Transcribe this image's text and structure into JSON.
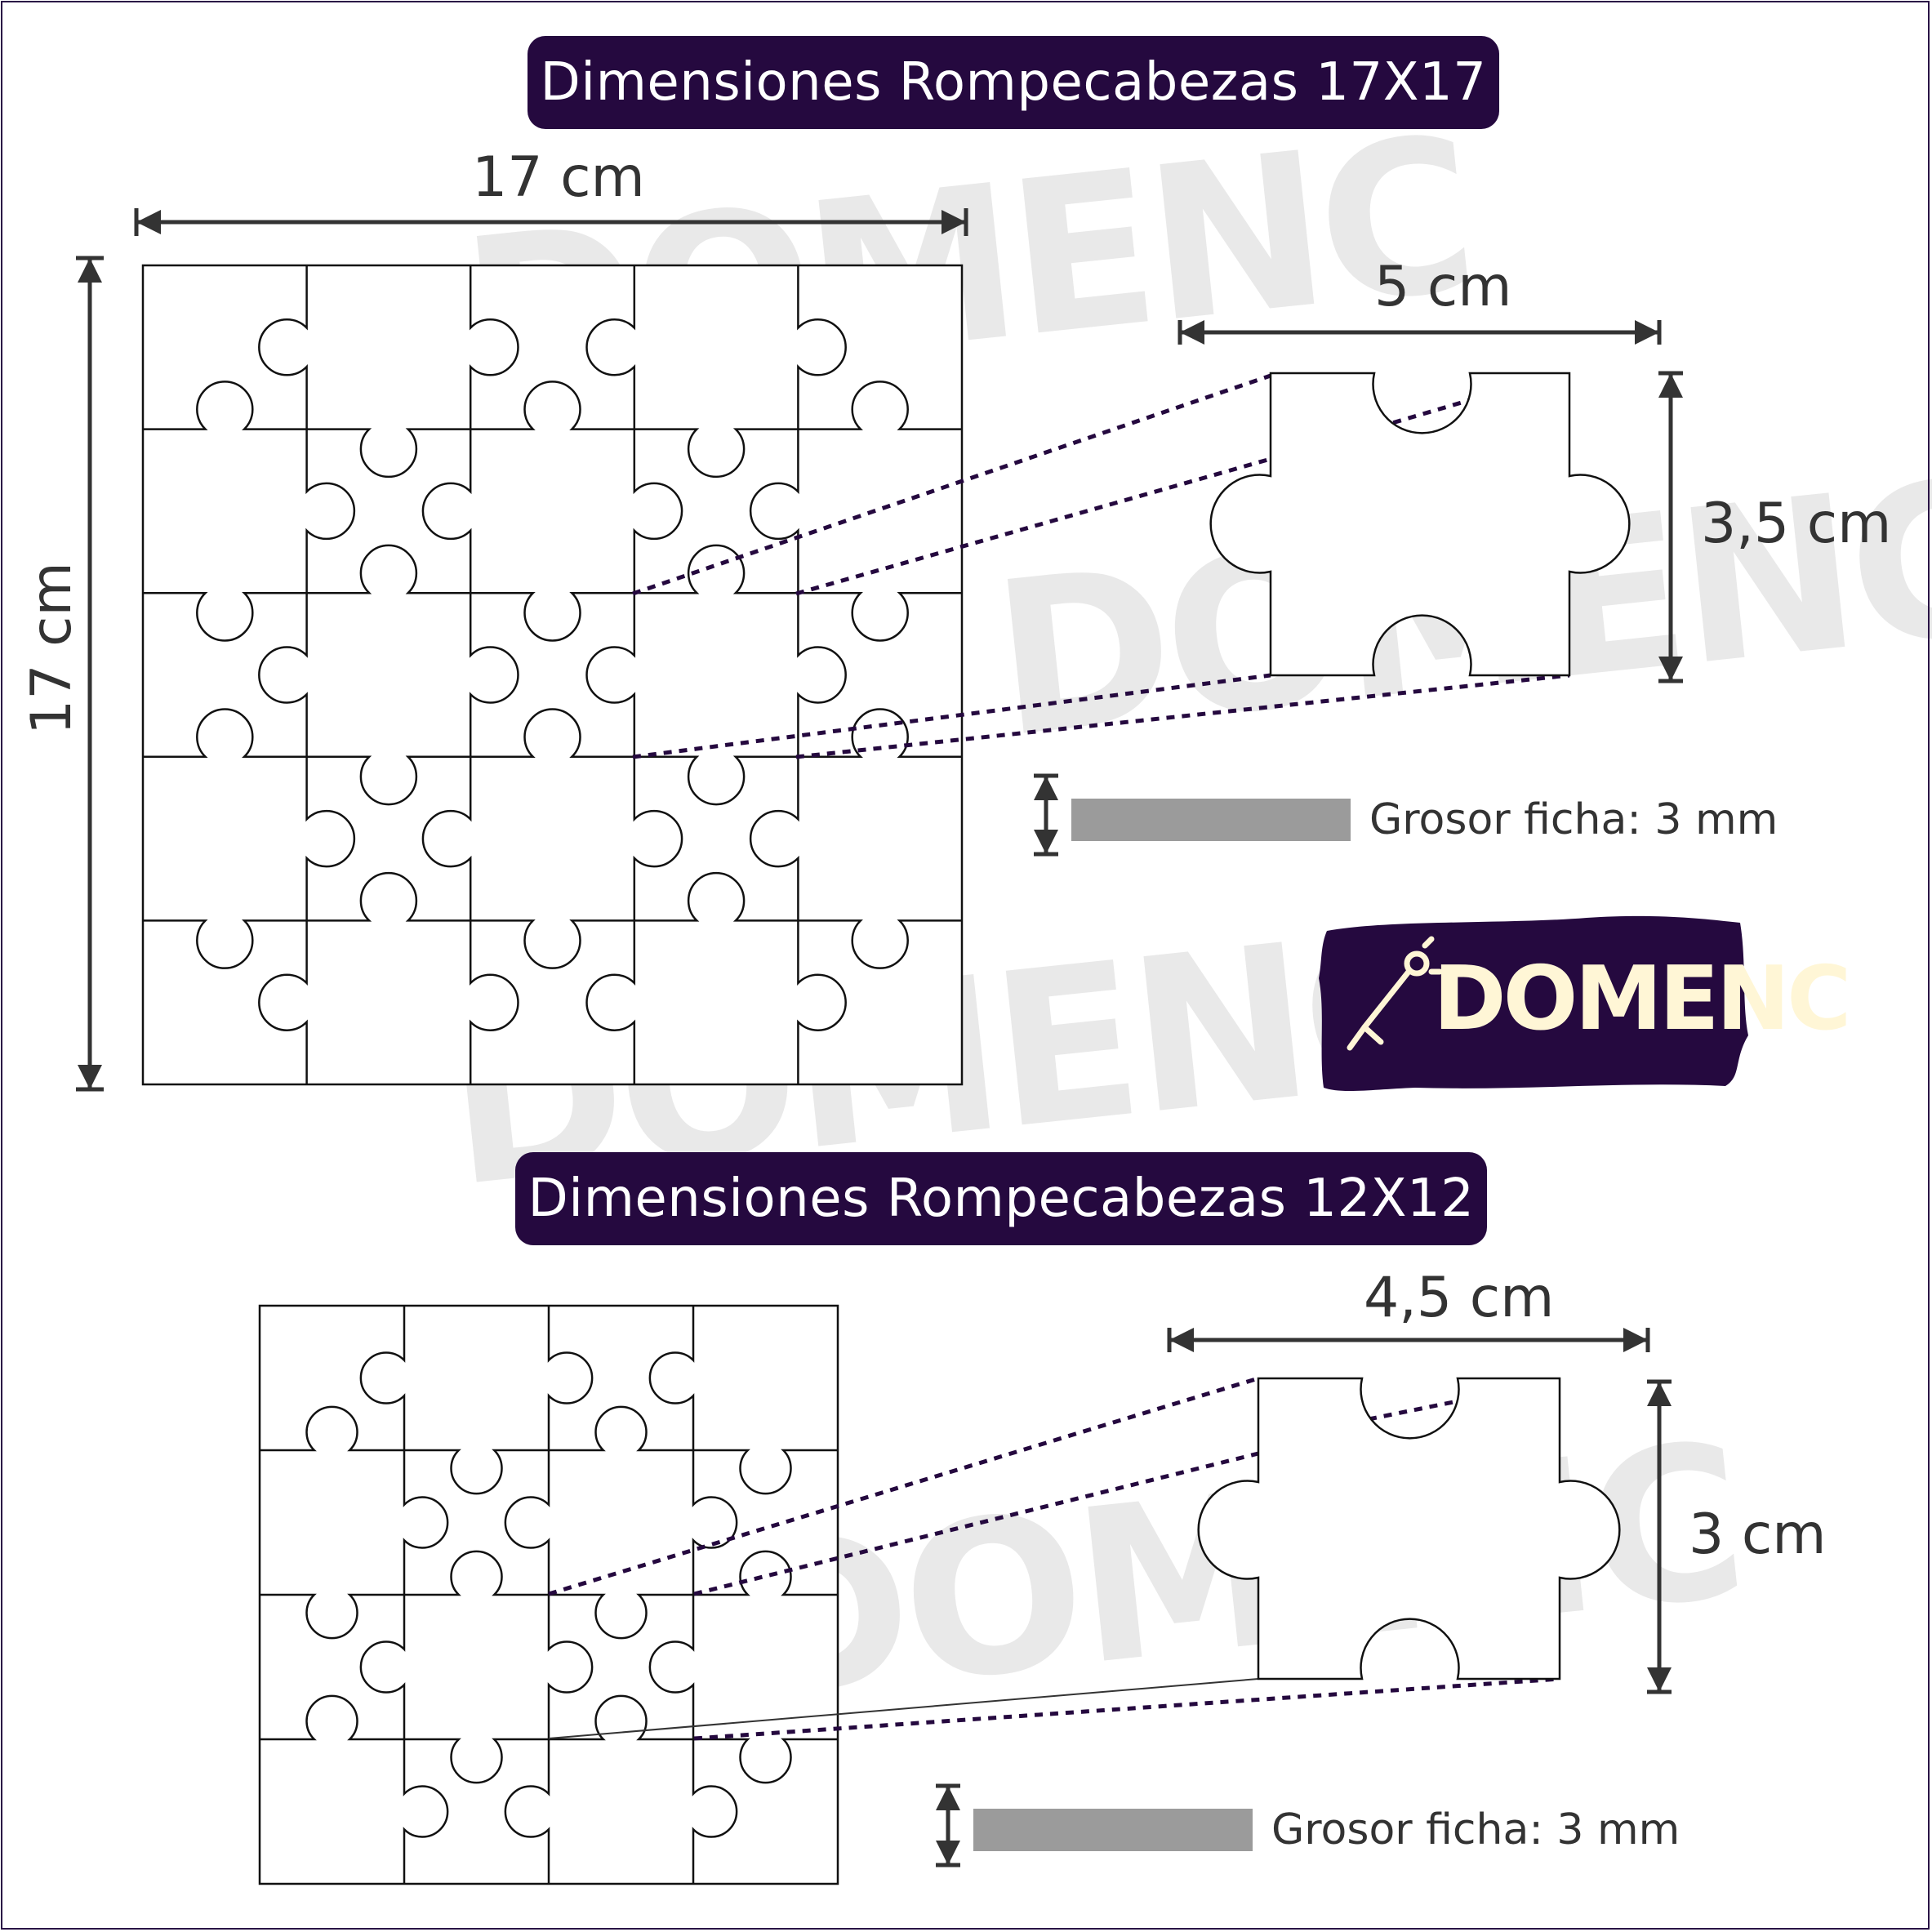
{
  "brand": {
    "name": "DOMENC",
    "watermark_text": "DOMENC",
    "colors": {
      "primary": "#25093f",
      "logo_text": "#fff6d6",
      "dim_line": "#333333",
      "thickness_bar": "#9b9b9b",
      "watermark": "#e9e9e9"
    }
  },
  "puzzle_17": {
    "title": "Dimensiones Rompecabezas 17X17",
    "grid": {
      "rows": 5,
      "cols": 5
    },
    "width_label": "17 cm",
    "height_label": "17 cm",
    "piece_width_label": "5 cm",
    "piece_height_label": "3,5 cm",
    "thickness_label": "Grosor ficha: 3 mm"
  },
  "puzzle_12": {
    "title": "Dimensiones Rompecabezas 12X12",
    "grid": {
      "rows": 4,
      "cols": 4
    },
    "piece_width_label": "4,5 cm",
    "piece_height_label": "3 cm",
    "thickness_label": "Grosor ficha: 3 mm"
  }
}
